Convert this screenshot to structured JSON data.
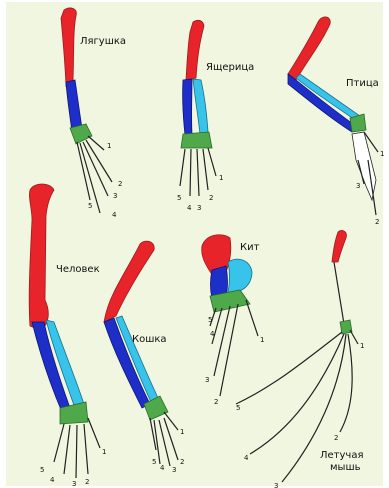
{
  "colors": {
    "background": "#f1f6e0",
    "humerus": "#e8242b",
    "ulna": "#1e2fc9",
    "radius": "#38c4ea",
    "wrist": "#4fa84a",
    "phalanges": "#ffffff"
  },
  "labels": {
    "frog": "Лягушка",
    "lizard": "Ящерица",
    "bird": "Птица",
    "human": "Человек",
    "cat": "Кошка",
    "whale": "Кит",
    "bat_line1": "Летучая",
    "bat_line2": "мышь"
  },
  "digit_numbers": {
    "frog": [
      "1",
      "2",
      "3",
      "4",
      "5"
    ],
    "lizard": [
      "1",
      "2",
      "3",
      "4",
      "5"
    ],
    "bird": [
      "1",
      "2",
      "3"
    ],
    "human": [
      "1",
      "2",
      "3",
      "4",
      "5"
    ],
    "cat": [
      "1",
      "2",
      "3",
      "4",
      "5"
    ],
    "whale": [
      "1",
      "2",
      "3",
      "4",
      "5"
    ],
    "bat": [
      "1",
      "2",
      "3",
      "4",
      "5"
    ]
  }
}
